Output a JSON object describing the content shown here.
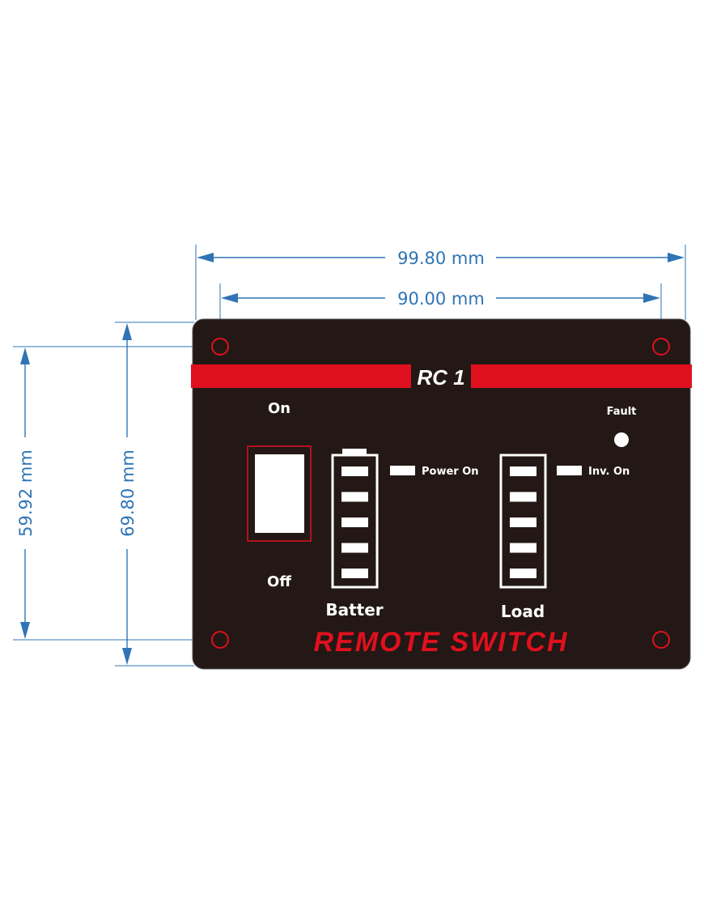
{
  "dimensions": {
    "overall_width": "99.80 mm",
    "hole_spacing_width": "90.00 mm",
    "hole_spacing_height": "59.92 mm",
    "overall_height": "69.80 mm"
  },
  "panel": {
    "model": "RC 1",
    "brand_text": "REMOTE SWITCH",
    "switch_on_label": "On",
    "switch_off_label": "Off",
    "battery_label": "Batter",
    "load_label": "Load",
    "power_on_label": "Power On",
    "inv_on_label": "Inv. On",
    "fault_label": "Fault",
    "battery_segments": 5,
    "load_segments": 5
  },
  "colors": {
    "panel_bg": "#231815",
    "accent_red": "#e0101e",
    "dimension_blue": "#2f74b5",
    "indicator_white": "#ffffff"
  }
}
